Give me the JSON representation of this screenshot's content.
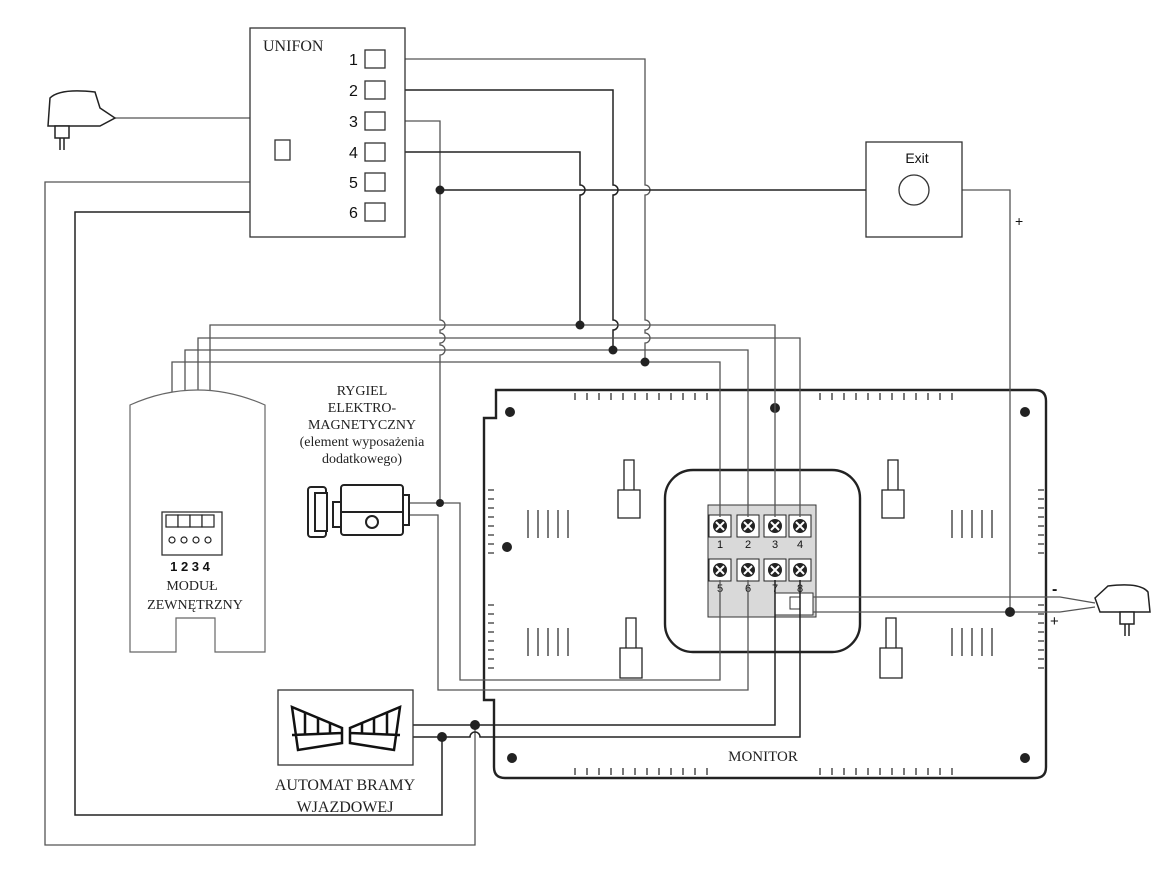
{
  "unifon": {
    "title": "UNIFON",
    "terminals": [
      "1",
      "2",
      "3",
      "4",
      "5",
      "6"
    ]
  },
  "exit": {
    "label": "Exit",
    "plus": "+"
  },
  "lock": {
    "lines": [
      "RYGIEL",
      "ELEKTRO-",
      "MAGNETYCZNY",
      "(element wyposażenia",
      "dodatkowego)"
    ]
  },
  "module": {
    "pins": "1 2 3 4",
    "lines": [
      "MODUŁ",
      "ZEWNĘTRZNY"
    ]
  },
  "gate": {
    "lines": [
      "AUTOMAT BRAMY",
      "WJAZDOWEJ"
    ]
  },
  "monitor": {
    "label": "MONITOR",
    "terminals": [
      "1",
      "2",
      "3",
      "4",
      "5",
      "6",
      "7",
      "8"
    ]
  },
  "power": {
    "minus": "-",
    "plus": "+"
  },
  "colors": {
    "wire": "#555555",
    "line": "#222222",
    "terminal_block": "#d9d9d9"
  }
}
